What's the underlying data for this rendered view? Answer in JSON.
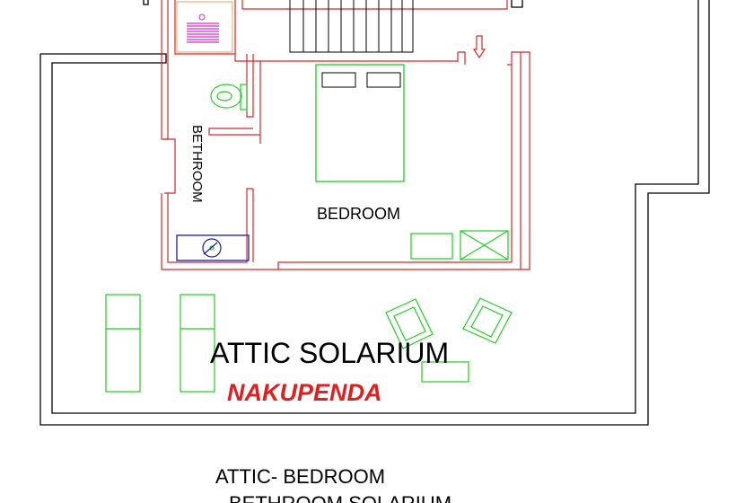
{
  "plan": {
    "bathroom_label": "BETHROOM",
    "bedroom_label": "BEDROOM",
    "solarium_label": "ATTIC  SOLARIUM",
    "brand_name": "NAKUPENDA"
  },
  "caption": {
    "line1": "ATTIC-  BEDROOM",
    "line2": "BETHROOM  SOLARIUM"
  },
  "colors": {
    "outer_wall": "#000000",
    "inner_wall": "#d22b2b",
    "furniture": "#22cc22",
    "shower": "#cc33cc",
    "basin": "#1a1aa0",
    "brand": "#e02020"
  }
}
